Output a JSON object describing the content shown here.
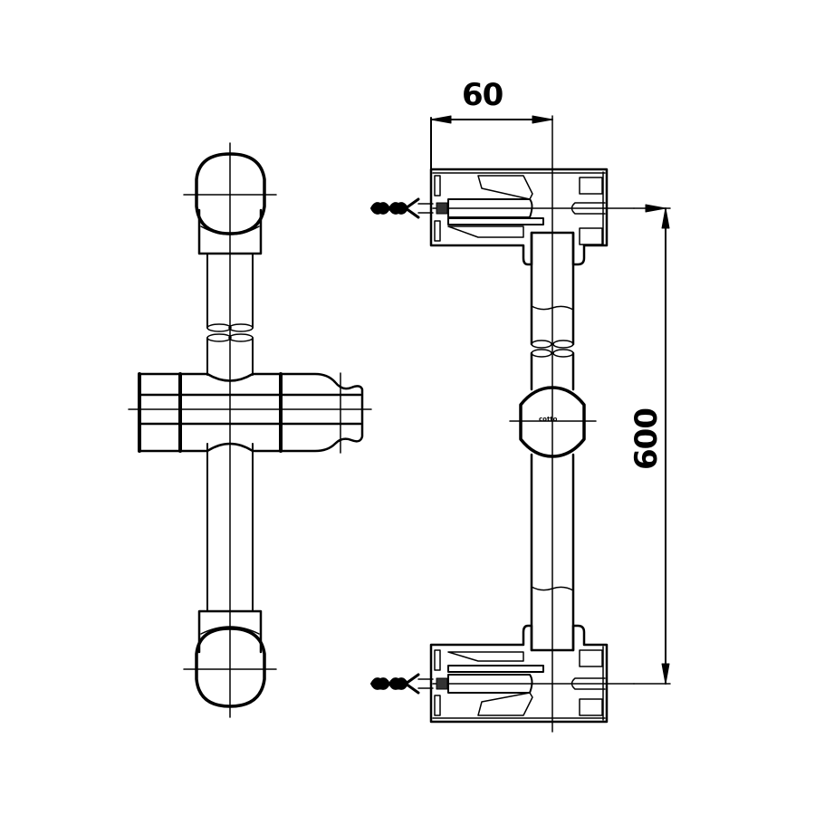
{
  "drawing": {
    "type": "technical drawing",
    "subject": "shower slide rail bar with adjustable handset holder",
    "views": [
      "front view",
      "side view"
    ],
    "line_color": "#000000",
    "background": "#ffffff"
  },
  "dimensions": {
    "width_label": "60",
    "height_label": "600"
  },
  "annotations": {
    "brand_mark": "cotto"
  }
}
